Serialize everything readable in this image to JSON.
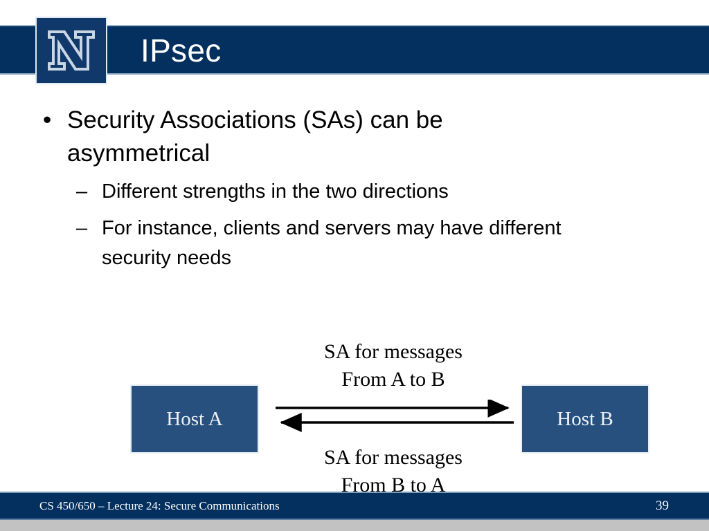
{
  "header": {
    "title": "IPsec",
    "logo_letter": "N",
    "bar_color": "#03305e",
    "logo_box_color": "#10386a",
    "logo_outline_color": "#c9d6e4",
    "title_color": "#ffffff"
  },
  "content": {
    "bullets": [
      {
        "level": 1,
        "marker": "•",
        "text": "Security Associations (SAs) can be asymmetrical"
      },
      {
        "level": 2,
        "marker": "–",
        "text": "Different strengths in the two directions"
      },
      {
        "level": 2,
        "marker": "–",
        "text": "For instance, clients and servers may have different security needs"
      }
    ]
  },
  "diagram": {
    "host_a_label": "Host A",
    "host_b_label": "Host B",
    "caption_top_line1": "SA for messages",
    "caption_top_line2": "From A to B",
    "caption_bottom_line1": "SA for messages",
    "caption_bottom_line2": "From B to A",
    "box_color": "#27507f",
    "box_text_color": "#eef2f7",
    "arrow_color": "#000000",
    "arrow_top_direction": "right",
    "arrow_bottom_direction": "left"
  },
  "footer": {
    "course_text": "CS 450/650 – Lecture 24: Secure Communications",
    "page_number": "39",
    "bar_color": "#03305e",
    "strip_color": "#c2c2c2",
    "text_color": "#ffffff"
  }
}
